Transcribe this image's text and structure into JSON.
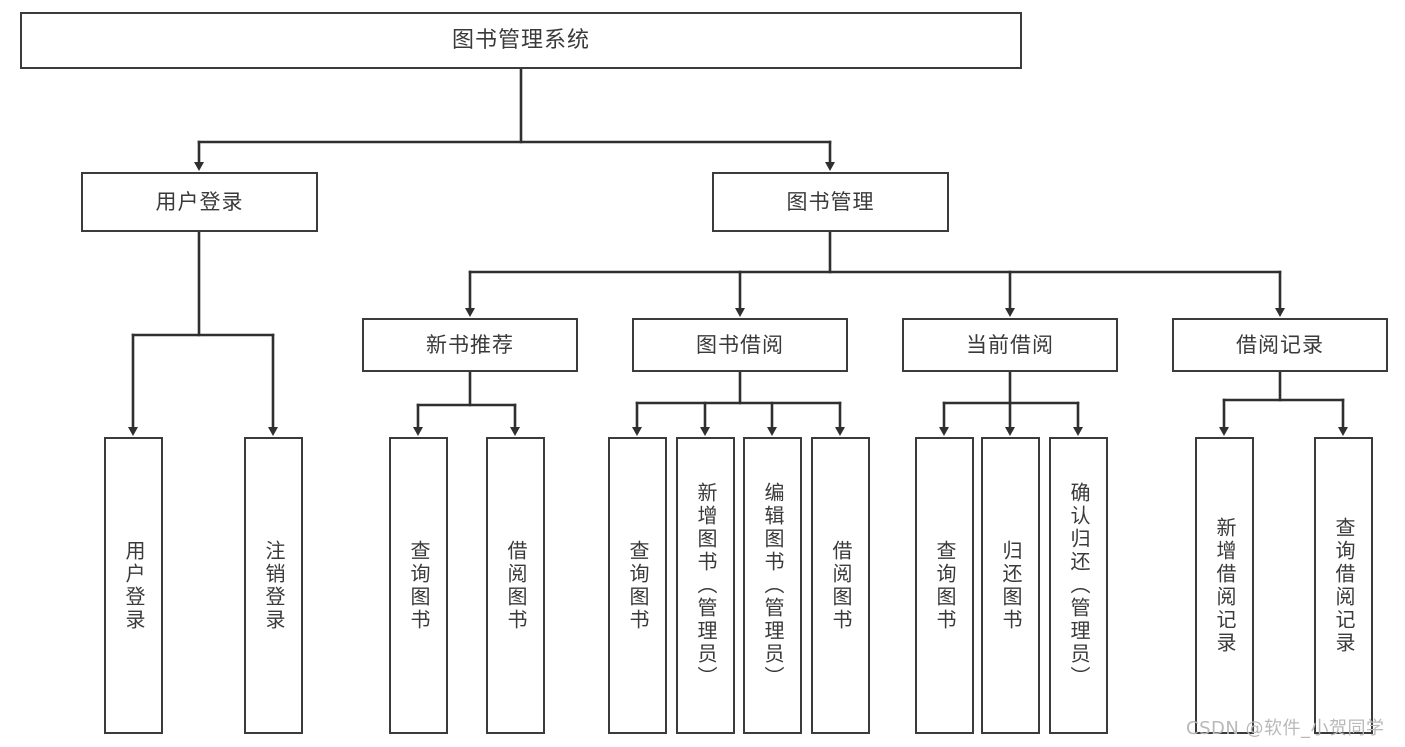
{
  "diagram": {
    "title": "图书管理系统",
    "type": "functional-structure-tree",
    "watermark": "CSDN @软件_小贺同学",
    "colors": {
      "box_border": "#3b3b3b",
      "box_fill": "#ffffff",
      "text": "#3a3a3a",
      "connector": "#2f2f2f",
      "watermark": "#b9b9b9",
      "background": "#ffffff"
    },
    "root": {
      "label": "图书管理系统"
    },
    "level1": [
      {
        "label": "用户登录"
      },
      {
        "label": "图书管理"
      }
    ],
    "level2": [
      {
        "label": "新书推荐"
      },
      {
        "label": "图书借阅"
      },
      {
        "label": "当前借阅"
      },
      {
        "label": "借阅记录"
      }
    ],
    "leaves": {
      "user_login": [
        {
          "label": "用户登录"
        },
        {
          "label": "注销登录"
        }
      ],
      "new_book_recommend": [
        {
          "label": "查询图书"
        },
        {
          "label": "借阅图书"
        }
      ],
      "book_borrow": [
        {
          "label": "查询图书"
        },
        {
          "label": "新增图书（管理员）"
        },
        {
          "label": "编辑图书（管理员）"
        },
        {
          "label": "借阅图书"
        }
      ],
      "current_borrow": [
        {
          "label": "查询图书"
        },
        {
          "label": "归还图书"
        },
        {
          "label": "确认归还（管理员）"
        }
      ],
      "borrow_record": [
        {
          "label": "新增借阅记录"
        },
        {
          "label": "查询借阅记录"
        }
      ]
    }
  }
}
